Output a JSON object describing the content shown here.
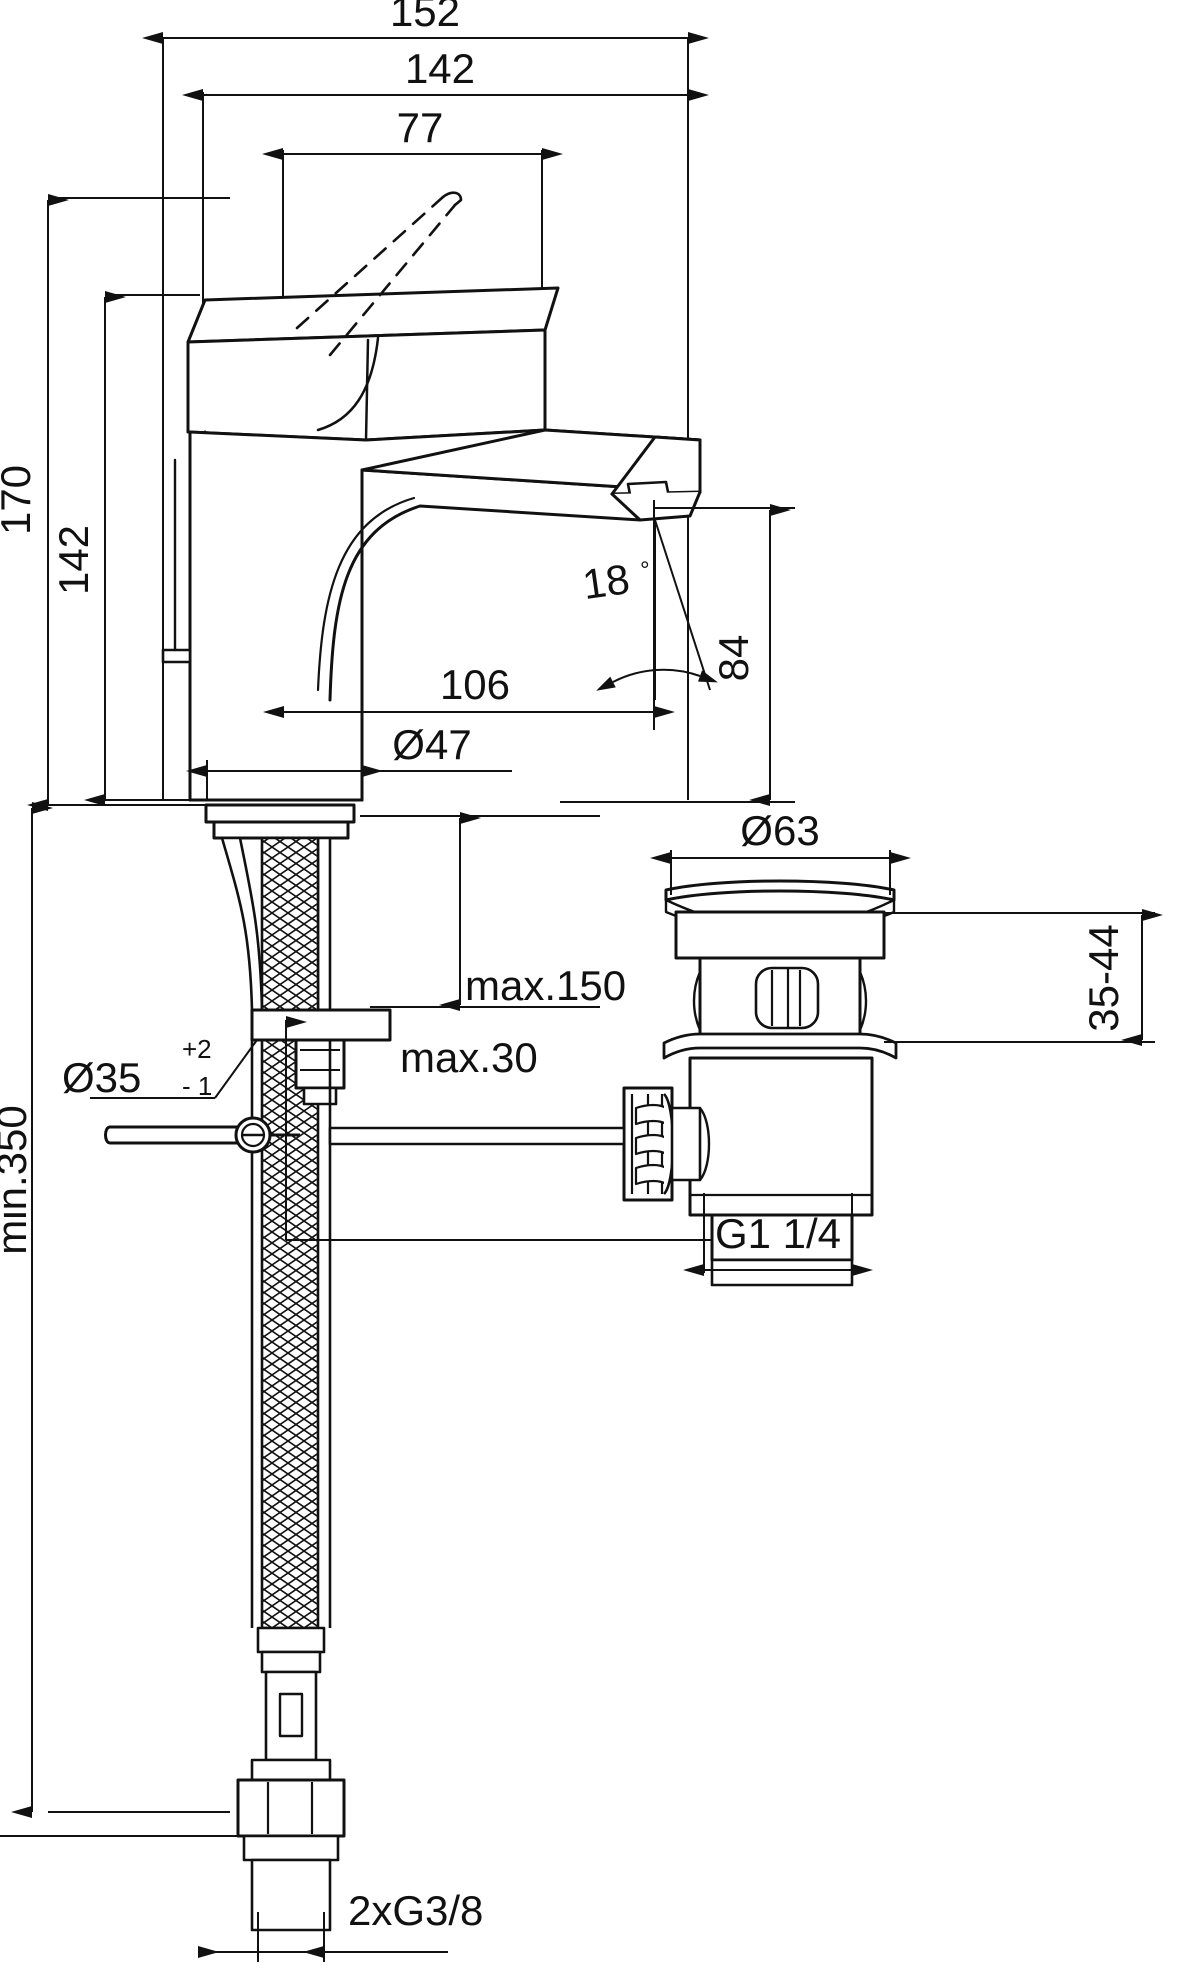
{
  "drawing": {
    "type": "technical-dimension-drawing",
    "subject": "single-lever basin mixer with pop-up waste",
    "units": "mm",
    "line_color": "#111111",
    "background_color": "#ffffff"
  },
  "dimensions": {
    "top_overall_width": "152",
    "top_spout_reach": "142",
    "top_lever_travel": "77",
    "left_overall_height": "170",
    "left_body_height": "142",
    "spout_projection": "106",
    "body_diameter": "Ø47",
    "spout_height": "84",
    "angle": "18",
    "angle_unit": "°",
    "mounting_hole_diameter": "Ø35",
    "mounting_hole_tol_plus": "+2",
    "mounting_hole_tol_minus": "- 1",
    "max_deck_thickness": "max.30",
    "max_hose_length": "max.150",
    "min_clearance": "min.350",
    "waste_flange_diameter": "Ø63",
    "waste_body_range": "35-44",
    "waste_thread": "G1  1/4",
    "supply_thread": "2xG3/8"
  }
}
